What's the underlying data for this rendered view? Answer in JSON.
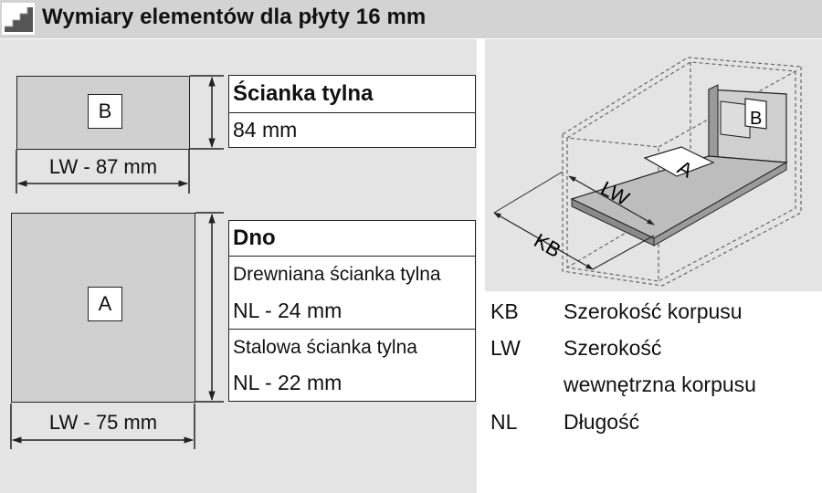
{
  "title": "Wymiary elementów dla płyty 16 mm",
  "back_panel": {
    "letter": "B",
    "width_label": "LW - 87 mm",
    "table": {
      "heading": "Ścianka tylna",
      "value": "84 mm"
    }
  },
  "bottom_panel": {
    "letter": "A",
    "width_label": "LW - 75 mm",
    "table": {
      "heading": "Dno",
      "rows": [
        {
          "label": "Drewniana ścianka tylna",
          "value": "NL - 24 mm"
        },
        {
          "label": "Stalowa ścianka tylna",
          "value": "NL - 22 mm"
        }
      ]
    }
  },
  "illustration": {
    "label_a": "A",
    "label_b": "B",
    "label_lw": "LW",
    "label_kb": "KB"
  },
  "legend": [
    {
      "abbr": "KB",
      "lines": [
        "Szerokość korpusu"
      ]
    },
    {
      "abbr": "LW",
      "lines": [
        "Szerokość",
        "wewnętrzna korpusu"
      ]
    },
    {
      "abbr": "NL",
      "lines": [
        "Długość"
      ]
    }
  ],
  "colors": {
    "header_bg": "#d3d3d3",
    "panel_bg": "#e4e4e4",
    "part_fill": "#d0d0d0"
  }
}
